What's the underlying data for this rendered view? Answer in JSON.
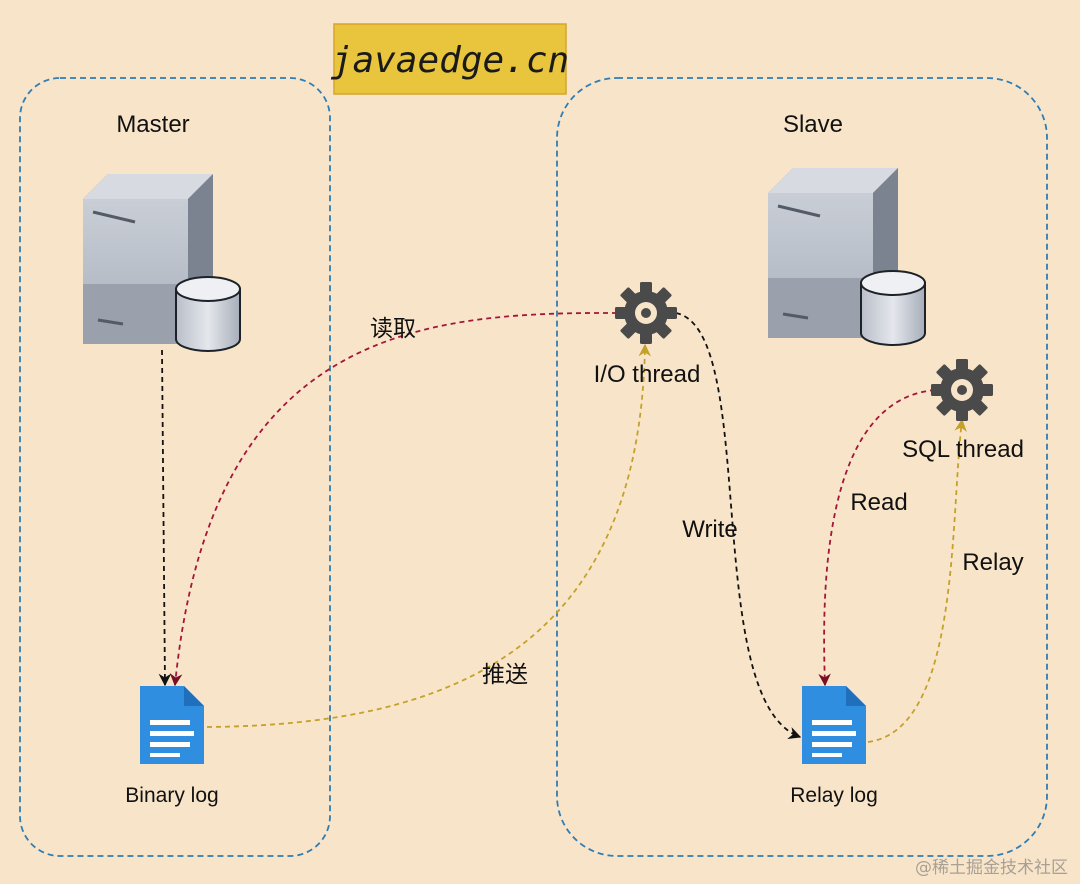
{
  "badge": "javaedge.cn",
  "master": {
    "title": "Master",
    "log_label": "Binary log"
  },
  "slave": {
    "title": "Slave",
    "relay_log_label": "Relay log"
  },
  "threads": {
    "io": "I/O thread",
    "sql": "SQL thread"
  },
  "edges": {
    "read_cn": "读取",
    "push_cn": "推送",
    "write": "Write",
    "read": "Read",
    "relay": "Relay"
  },
  "watermark": "@稀土掘金技术社区",
  "colors": {
    "background": "#f8e5c9",
    "container_border": "#2e7db5",
    "badge_fill": "#e8c53c",
    "read_arrow": "#a4153a",
    "push_arrow": "#c4a12a",
    "write_arrow": "#111111",
    "gear": "#4a4a4a",
    "document": "#2f8ee0"
  }
}
